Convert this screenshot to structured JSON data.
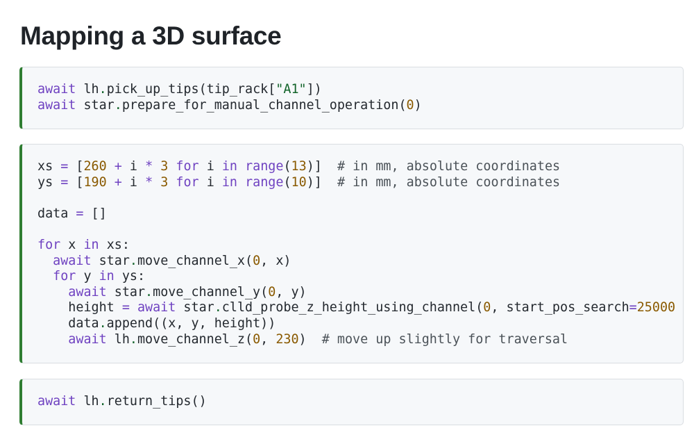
{
  "heading": "Mapping a 3D surface",
  "colors": {
    "accent_border": "#2f7d32",
    "code_background": "#f6f8fa",
    "keyword": "#6f42c1",
    "number": "#8a5a00",
    "string": "#116329"
  },
  "cells": [
    {
      "lines": [
        "await lh.pick_up_tips(tip_rack[\"A1\"])",
        "await star.prepare_for_manual_channel_operation(0)"
      ]
    },
    {
      "lines": [
        "xs = [260 + i * 3 for i in range(13)]  # in mm, absolute coordinates",
        "ys = [190 + i * 3 for i in range(10)]  # in mm, absolute coordinates",
        "",
        "data = []",
        "",
        "for x in xs:",
        "  await star.move_channel_x(0, x)",
        "  for y in ys:",
        "    await star.move_channel_y(0, y)",
        "    height = await star.clld_probe_z_height_using_channel(0, start_pos_search=25000",
        "    data.append((x, y, height))",
        "    await lh.move_channel_z(0, 230)  # move up slightly for traversal"
      ]
    },
    {
      "lines": [
        "await lh.return_tips()"
      ]
    }
  ]
}
